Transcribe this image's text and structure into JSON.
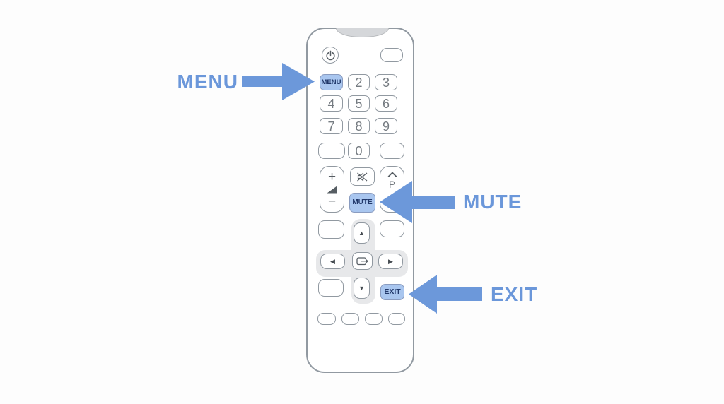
{
  "callouts": {
    "menu": {
      "label": "MENU"
    },
    "mute": {
      "label": "MUTE"
    },
    "exit": {
      "label": "EXIT"
    }
  },
  "remote": {
    "menu_button": "MENU",
    "mute_button": "MUTE",
    "exit_button": "EXIT",
    "numpad": [
      "2",
      "3",
      "4",
      "5",
      "6",
      "7",
      "8",
      "9",
      "0"
    ],
    "volume": {
      "plus": "+",
      "minus": "−"
    },
    "channel": {
      "label": "P"
    },
    "dpad": {
      "up": "▲",
      "down": "▼",
      "left": "◀",
      "right": "▶"
    }
  },
  "icons": {
    "power": "power-icon",
    "speaker_muted": "speaker-muted-icon",
    "volume_level": "volume-level-icon",
    "channel_up": "chevron-up-icon",
    "center": "enter-icon",
    "menu_arrow": "arrow-right-icon",
    "mute_arrow": "arrow-left-icon",
    "exit_arrow": "arrow-left-icon"
  },
  "colors": {
    "arrow_blue": "#6c98da",
    "label_blue": "#6b97da",
    "highlight_button_fill": "#a9c6ef",
    "highlight_button_text": "#21386a",
    "outline_gray": "#9199a1",
    "number_gray": "#757b81",
    "dpad_gray": "#e7e8ea",
    "notch_gray": "#d5d7da",
    "background": "#fdfdfd"
  }
}
